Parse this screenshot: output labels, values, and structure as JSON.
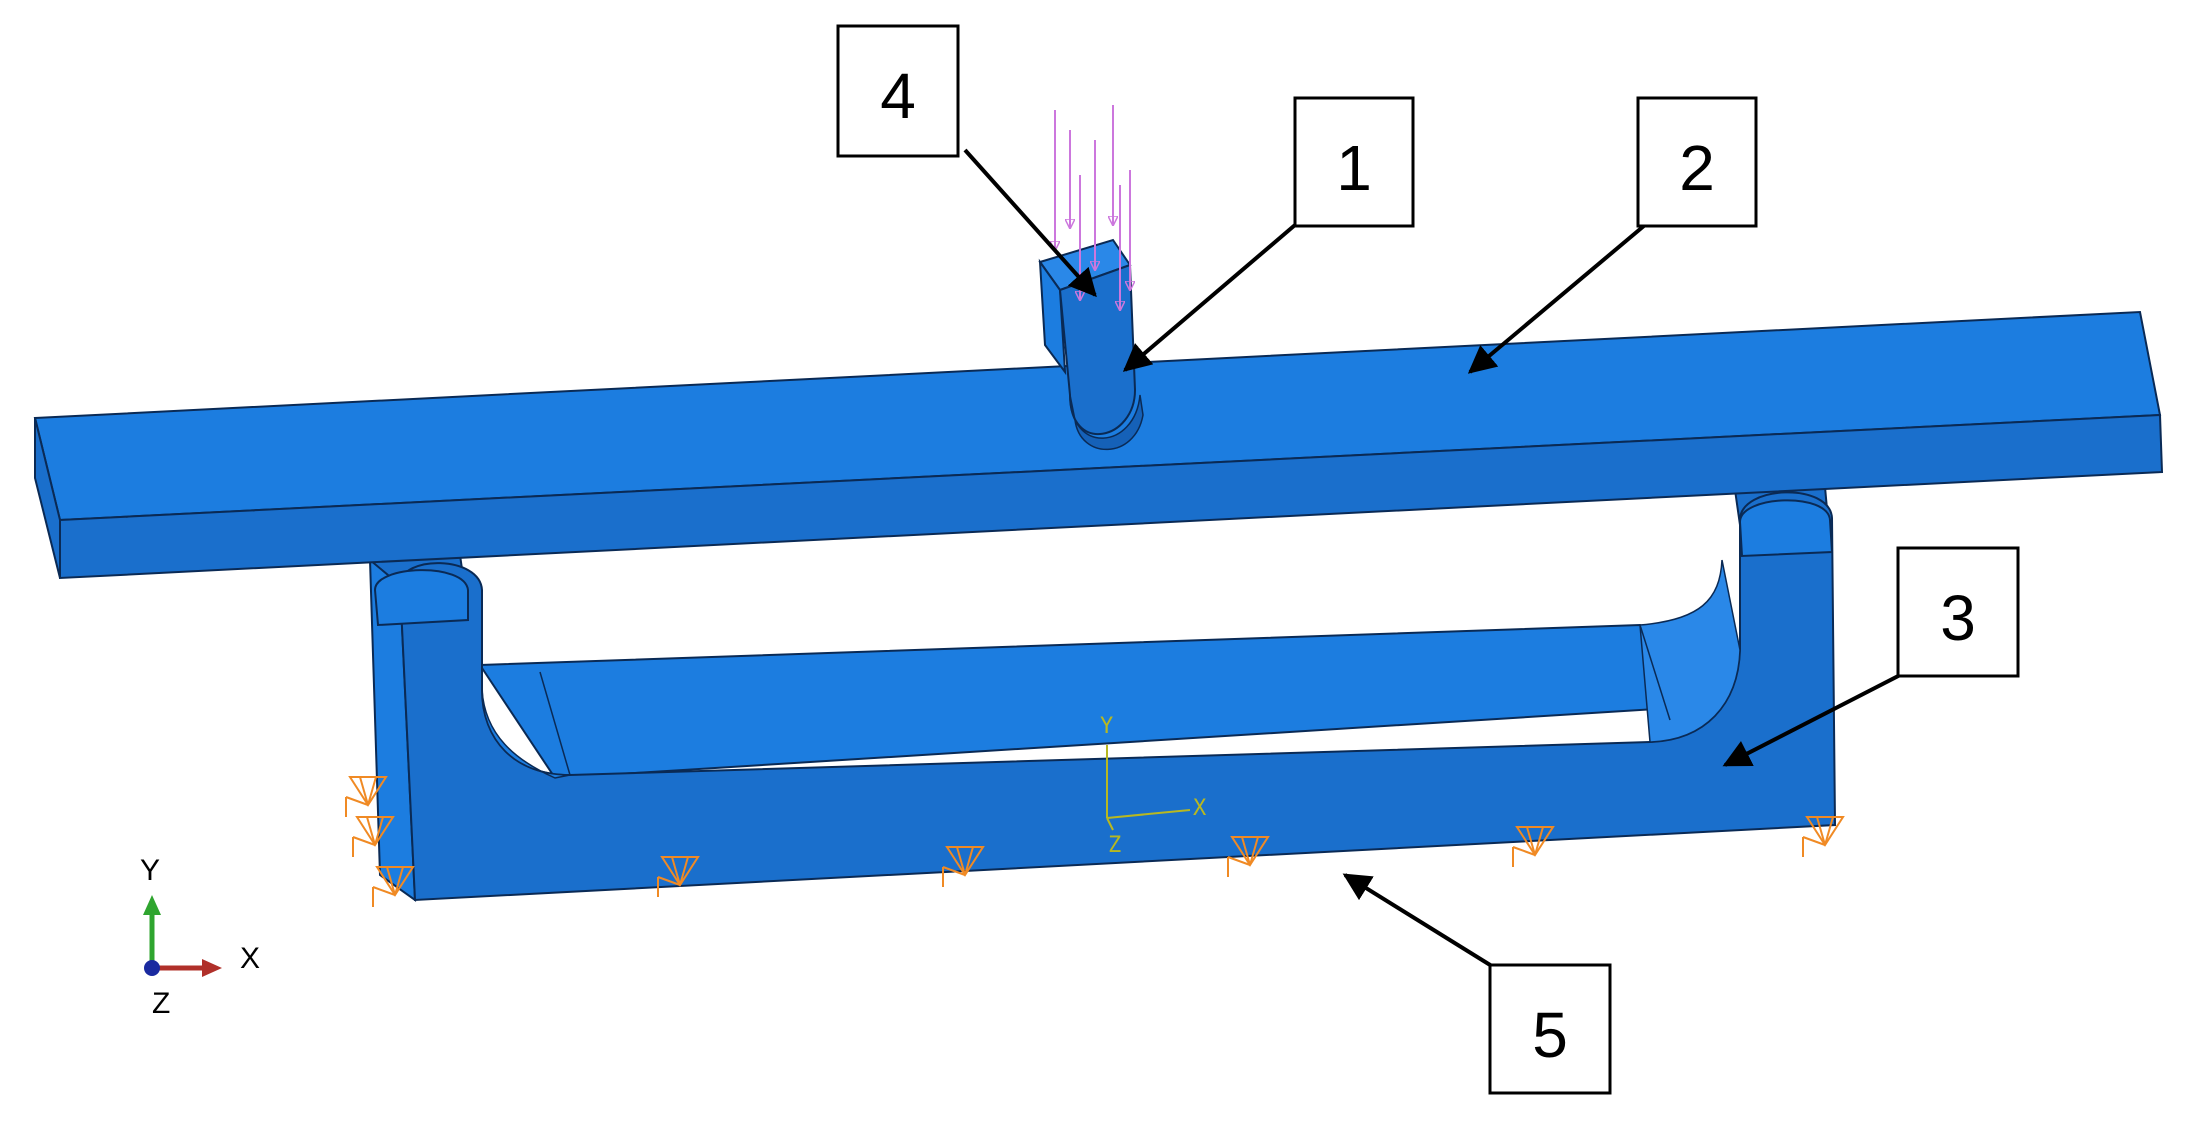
{
  "callouts": [
    {
      "id": "1",
      "label": "1"
    },
    {
      "id": "2",
      "label": "2"
    },
    {
      "id": "3",
      "label": "3"
    },
    {
      "id": "4",
      "label": "4"
    },
    {
      "id": "5",
      "label": "5"
    }
  ],
  "triad": {
    "x": "X",
    "y": "Y",
    "z": "Z"
  },
  "model_csys": {
    "x": "X",
    "y": "Y",
    "z": "Z"
  },
  "colors": {
    "part_face": "#1c7de0",
    "part_front": "#1a6fcc",
    "part_dark": "#1561b8",
    "edge": "#0a2a55",
    "load_arrow": "#cc77dd",
    "boundary_condition": "#f08a24",
    "triad_x": "#b0302a",
    "triad_y": "#2fa52f",
    "triad_z": "#1a2aa0",
    "csys": "#b8b820"
  }
}
